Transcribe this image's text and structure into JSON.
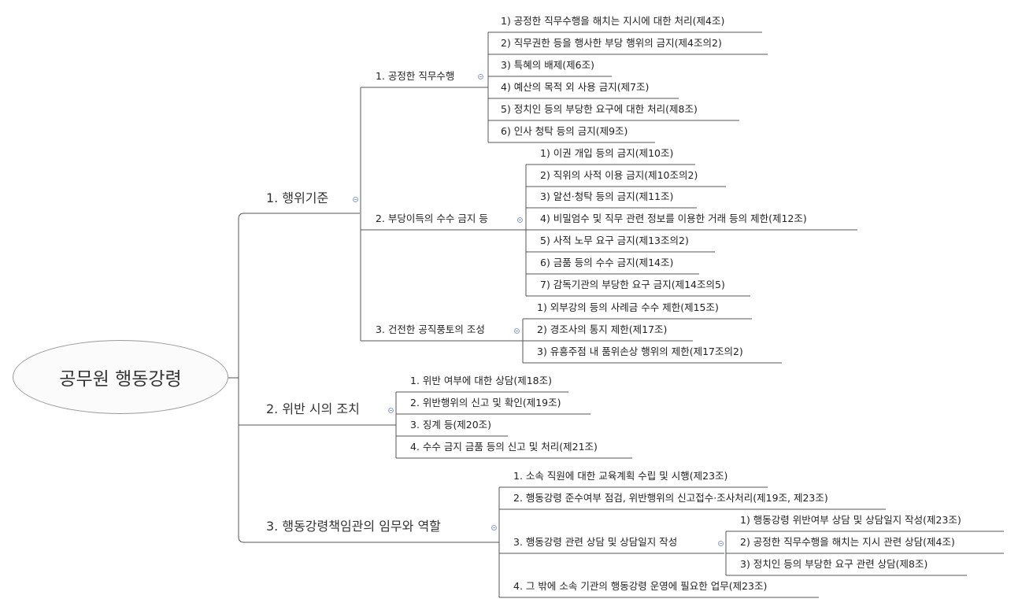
{
  "root": "공무원 행동강령",
  "sections": [
    {
      "label": "1. 행위기준",
      "groups": [
        {
          "label": "1. 공정한 직무수행",
          "items": [
            "1) 공정한 직무수행을 해치는 지시에 대한 처리(제4조)",
            "2) 직무권한 등을 행사한 부당 행위의 금지(제4조의2)",
            "3) 특혜의 배제(제6조)",
            "4) 예산의 목적 외 사용 금지(제7조)",
            "5) 정치인 등의 부당한 요구에 대한 처리(제8조)",
            "6) 인사 청탁 등의 금지(제9조)"
          ]
        },
        {
          "label": "2. 부당이득의 수수 금지 등",
          "items": [
            "1) 이권 개입 등의 금지(제10조)",
            "2) 직위의 사적 이용 금지(제10조의2)",
            "3) 알선·청탁 등의 금지(제11조)",
            "4) 비밀엄수 및 직무 관련 정보를 이용한 거래 등의 제한(제12조)",
            "5) 사적 노무 요구 금지(제13조의2)",
            "6) 금품 등의 수수 금지(제14조)",
            "7) 감독기관의 부당한 요구 금지(제14조의5)"
          ]
        },
        {
          "label": "3. 건전한 공직풍토의 조성",
          "items": [
            "1) 외부강의 등의 사례금 수수 제한(제15조)",
            "2) 경조사의 통지 제한(제17조)",
            "3) 유흥주점 내 품위손상 행위의 제한(제17조의2)"
          ]
        }
      ]
    },
    {
      "label": "2. 위반 시의 조치",
      "items": [
        "1. 위반 여부에 대한 상담(제18조)",
        "2. 위반행위의 신고 및 확인(제19조)",
        "3. 징계 등(제20조)",
        "4. 수수 금지 금품 등의 신고 및 처리(제21조)"
      ]
    },
    {
      "label": "3. 행동강령책임관의 임무와 역할",
      "items": [
        "1. 소속 직원에 대한 교육계획 수립 및 시행(제23조)",
        "2. 행동강령 준수여부 점검, 위반행위의 신고접수·조사처리(제19조, 제23조)"
      ],
      "group": {
        "label": "3. 행동강령 관련 상담 및 상담일지 작성",
        "items": [
          "1) 행동강령 위반여부 상담 및 상담일지 작성(제23조)",
          "2) 공정한 직무수행을 해치는 지시 관련 상담(제4조)",
          "3) 정치인 등의 부당한 요구 관련 상담(제8조)"
        ]
      },
      "last": "4. 그 밖에 소속 기관의 행동강령 운영에 필요한 업무(제23조)"
    }
  ]
}
